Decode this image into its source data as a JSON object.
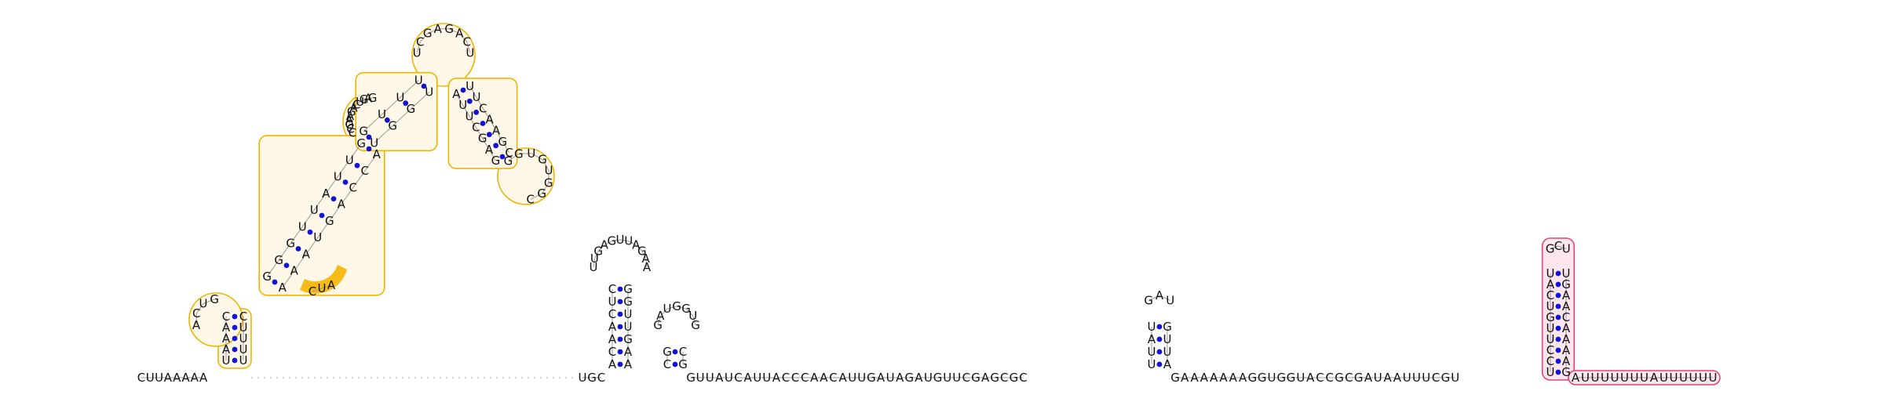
{
  "structure": {
    "five_prime_tail": "CUUAAAAA",
    "segment_after_first_helix": "UGC",
    "segment_linker": "GUUAUCAUUACCCAACAUUGAUAGAUGUUCGAGCGC",
    "segment_after_small_hairpin": "GAAAAAAAGGUGGUACCGCGAUAAUUUCGU",
    "three_prime_tail": "AUUUUUUUAUUUUUU"
  },
  "domain_1": {
    "outline_color": "#f0b400",
    "fill_color": "#fff7e8",
    "stem_1_left": "UAAAC",
    "loop_left": "GUCA",
    "stem_1_right": "UUUUC",
    "accent_letters": "CUA",
    "accent_color": "#f5b400",
    "stem_2_left": "AAAUGACCA",
    "stem_2_right": "GGGUUAUUG",
    "loop_upper": "GAGUCAGAAGCC",
    "stem_3_left": "UGGU",
    "stem_3_right": "GUUU",
    "apex_loop": "UCAGAGCU"
  },
  "hairpin_1": {
    "stem_left": "ACAACUC",
    "stem_right": "AAGUUGG",
    "loop": "AAGAUUGAGUU"
  },
  "hairpin_2": {
    "stem_left": "CG",
    "stem_right": "GC",
    "loop": "GUGGUAG"
  },
  "hairpin_3": {
    "stem_left": "UUAU",
    "stem_right": "AUUG",
    "loop": "UAG"
  },
  "domain_2": {
    "outline_color": "#e0457d",
    "fill_color": "#fde6ee",
    "stem_left": "UCCUUGUCAU",
    "stem_right": "GAAAACAAGU",
    "loop": "UCG"
  },
  "colors": {
    "base_text": "#111111",
    "pair_dot": "#1212d6",
    "backbone": "#9a9a9a"
  }
}
